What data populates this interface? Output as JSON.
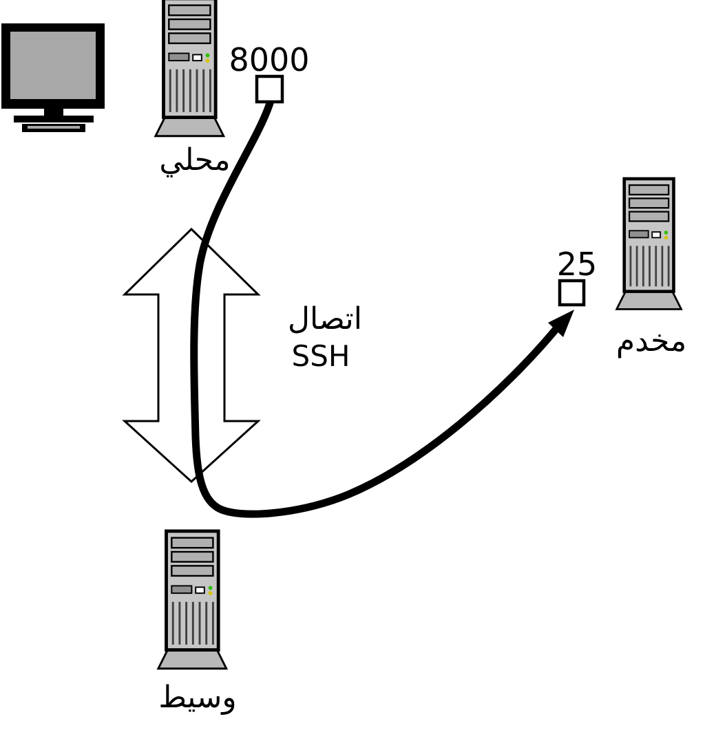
{
  "nodes": {
    "local": {
      "label": "محلي",
      "port": "8000"
    },
    "proxy": {
      "label": "وسيط"
    },
    "server": {
      "label": "مخدم",
      "port": "25"
    }
  },
  "connection": {
    "label_line1": "اتصال",
    "label_line2": "SSH"
  },
  "colors": {
    "outline": "#000000",
    "tower_body": "#c6c6c6",
    "drive_bay": "#b0b0b0",
    "pedestal": "#b9b9b9",
    "monitor_screen": "#a8a8a8",
    "led_green": "#2fbf00",
    "led_yellow": "#d4c400",
    "port_box_fill": "#ffffff",
    "cable": "#000000"
  }
}
